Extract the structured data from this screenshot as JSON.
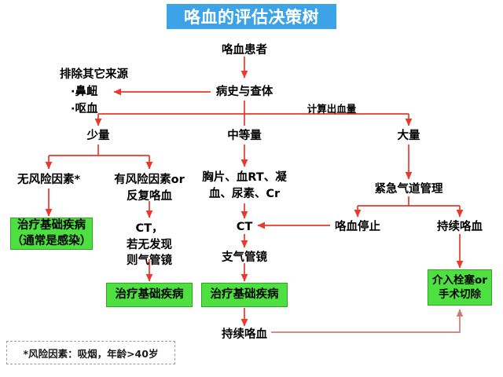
{
  "title": {
    "text": "咯血的评估决策树",
    "bg_color": "#3da3e8",
    "text_color": "#ffffff"
  },
  "colors": {
    "arrow": "#e8392c",
    "arrow_faded": "#cf7a73",
    "green_box": "#4ee040",
    "green_border": "#2aa81f",
    "title_blue": "#3da3e8",
    "footnote_border": "#9a9a9a"
  },
  "nodes": {
    "patient": "咯血患者",
    "history_exam": "病史与查体",
    "exclude_heading": "排除其它来源",
    "exclude_item_1": "·鼻衄",
    "exclude_item_2": "·呕血",
    "edge_label_volume": "计算出血量",
    "small_volume": "少量",
    "moderate_volume": "中等量",
    "large_volume": "大量",
    "no_risk_factor": "无风险因素*",
    "risk_factor_line1": "有风险因素or",
    "risk_factor_line2": "反复咯血",
    "ct_bronch_line1": "CT，",
    "ct_bronch_line2": "若无发现",
    "ct_bronch_line3": "则气管镜",
    "labs_line1": "胸片、血RT、凝",
    "labs_line2": "血、尿素、Cr",
    "ct": "CT",
    "bronchoscopy": "支气管镜",
    "emergency_airway": "紧急气道管理",
    "bleeding_stopped": "咯血停止",
    "persistent_bleeding_right": "持续咯血",
    "persistent_bleeding_bottom": "持续咯血"
  },
  "green_boxes": {
    "treat_underlying_left_line1": "治疗基础疾病",
    "treat_underlying_left_line2": "（通常是感染）",
    "treat_underlying_mid_left": "治疗基础疾病",
    "treat_underlying_mid": "治疗基础疾病",
    "intervention_line1": "介入栓塞or",
    "intervention_line2": "手术切除"
  },
  "footnote": {
    "text": "*风险因素：吸烟，年龄>40岁"
  }
}
